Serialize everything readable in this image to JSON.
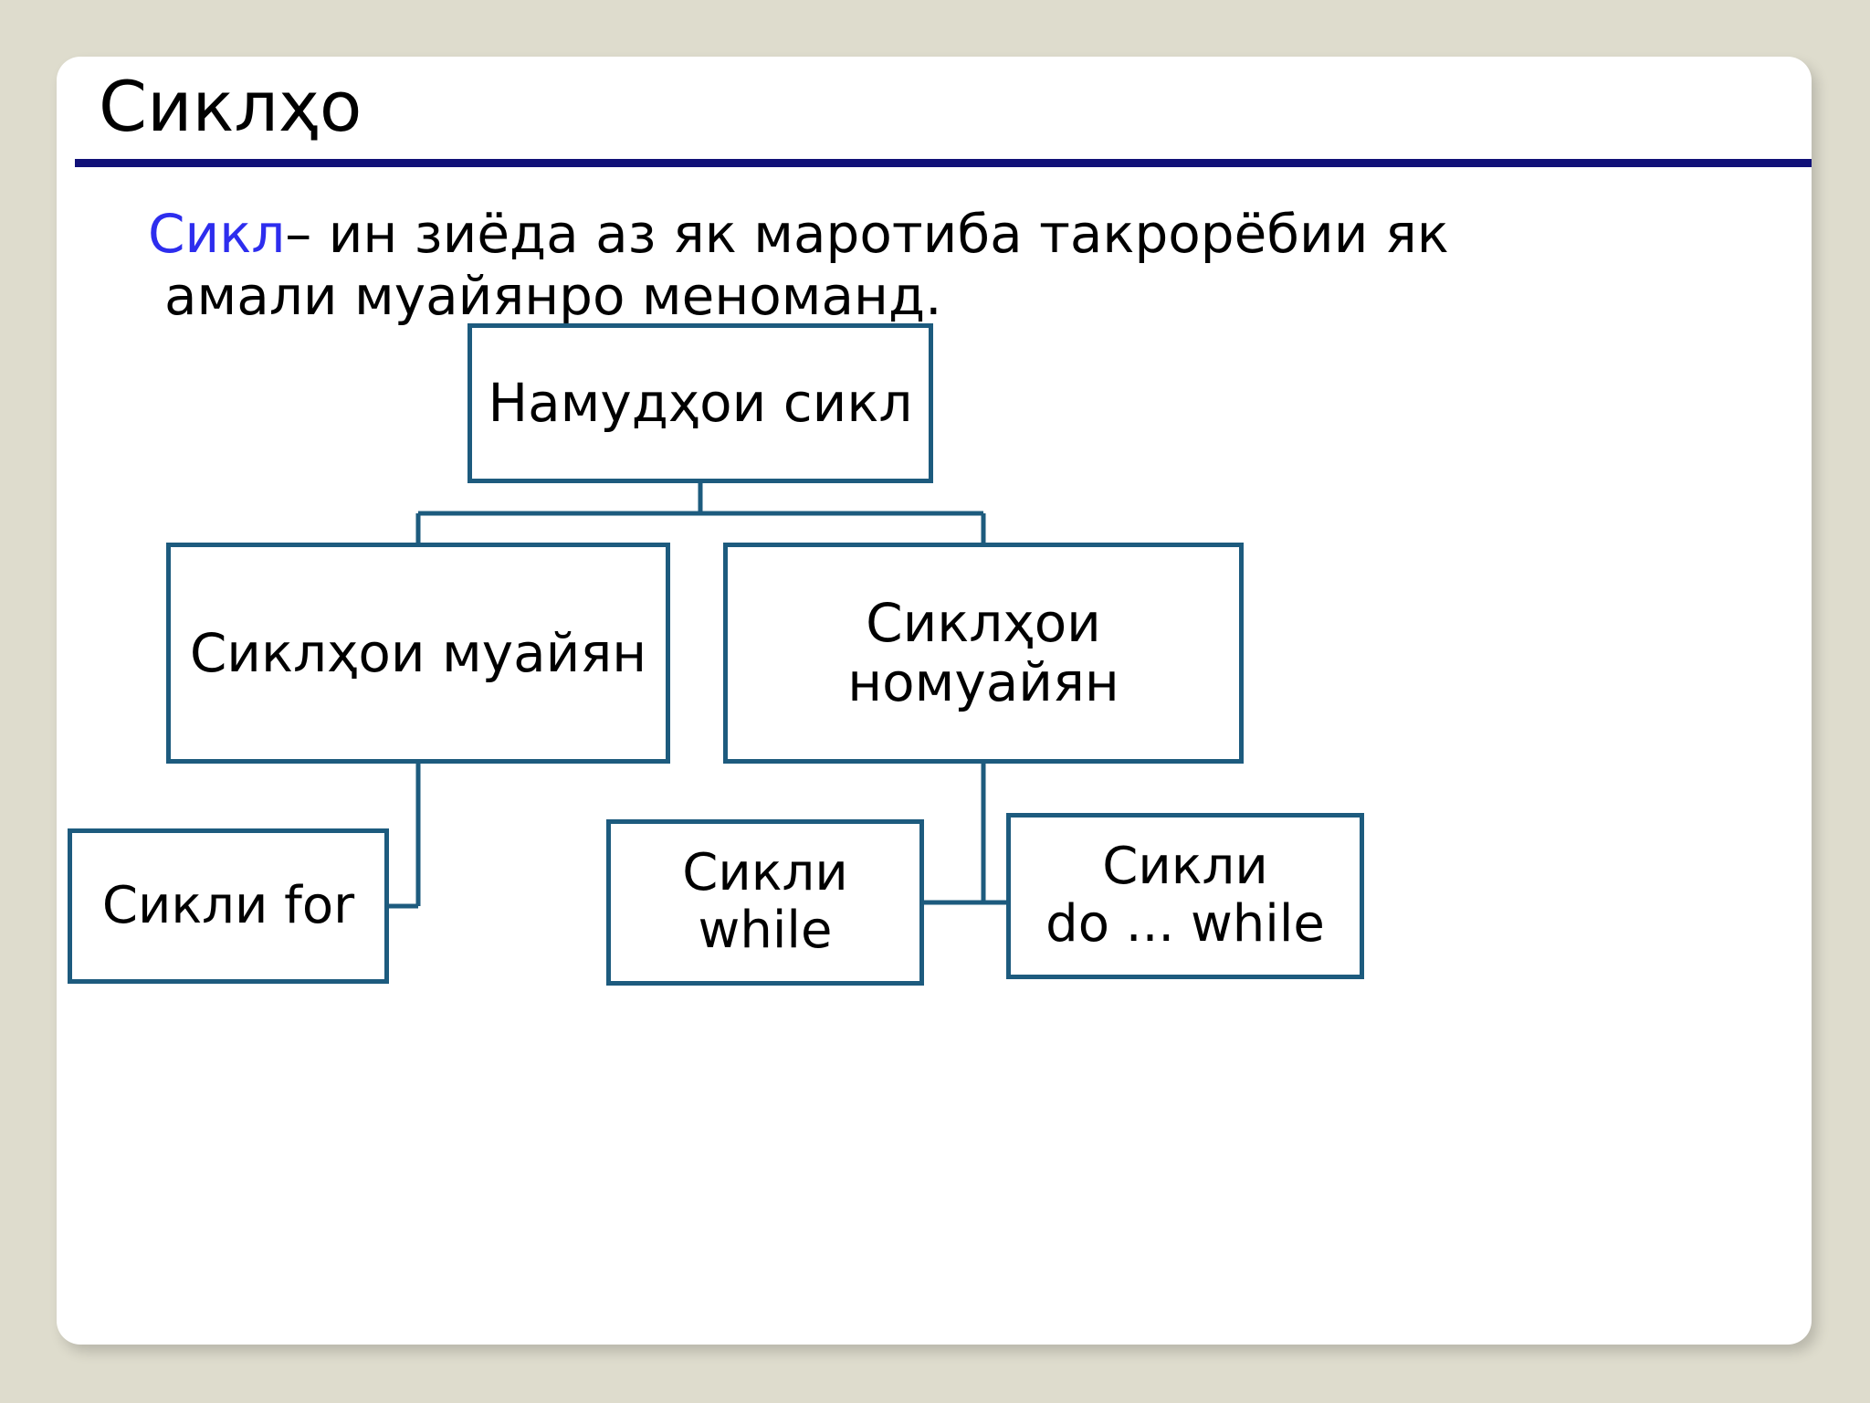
{
  "slide": {
    "title": "Сиклҳо",
    "title_rule_color": "#111178",
    "body": {
      "keyword": "Сикл",
      "line1_rest": "– ин зиёда аз як маротиба такрорёбии як",
      "line2": "амали муайянро меноманд.",
      "keyword_color": "#2D2DEE"
    }
  },
  "diagram": {
    "type": "hierarchy",
    "border_color": "#1D5B7E",
    "nodes": [
      {
        "id": "root",
        "label": "Намудҳои сикл",
        "level": 0
      },
      {
        "id": "def",
        "label": "Сиклҳои муайян",
        "level": 1
      },
      {
        "id": "undef_l1",
        "label": "Сиклҳои",
        "level": 1
      },
      {
        "id": "undef_l2",
        "label": "номуайян",
        "level": 1
      },
      {
        "id": "for",
        "label": "Сикли for",
        "level": 2
      },
      {
        "id": "while_l1",
        "label": "Сикли",
        "level": 2
      },
      {
        "id": "while_l2",
        "label": "while",
        "level": 2
      },
      {
        "id": "dow_l1",
        "label": "Сикли",
        "level": 2
      },
      {
        "id": "dow_l2",
        "label": "do ... while",
        "level": 2
      }
    ],
    "edges": [
      {
        "from": "root",
        "to": "def"
      },
      {
        "from": "root",
        "to": "undef"
      },
      {
        "from": "def",
        "to": "for"
      },
      {
        "from": "undef",
        "to": "while"
      },
      {
        "from": "undef",
        "to": "dowhile"
      }
    ]
  },
  "background_color": "#DEDCCD",
  "card_color": "#FFFFFF"
}
